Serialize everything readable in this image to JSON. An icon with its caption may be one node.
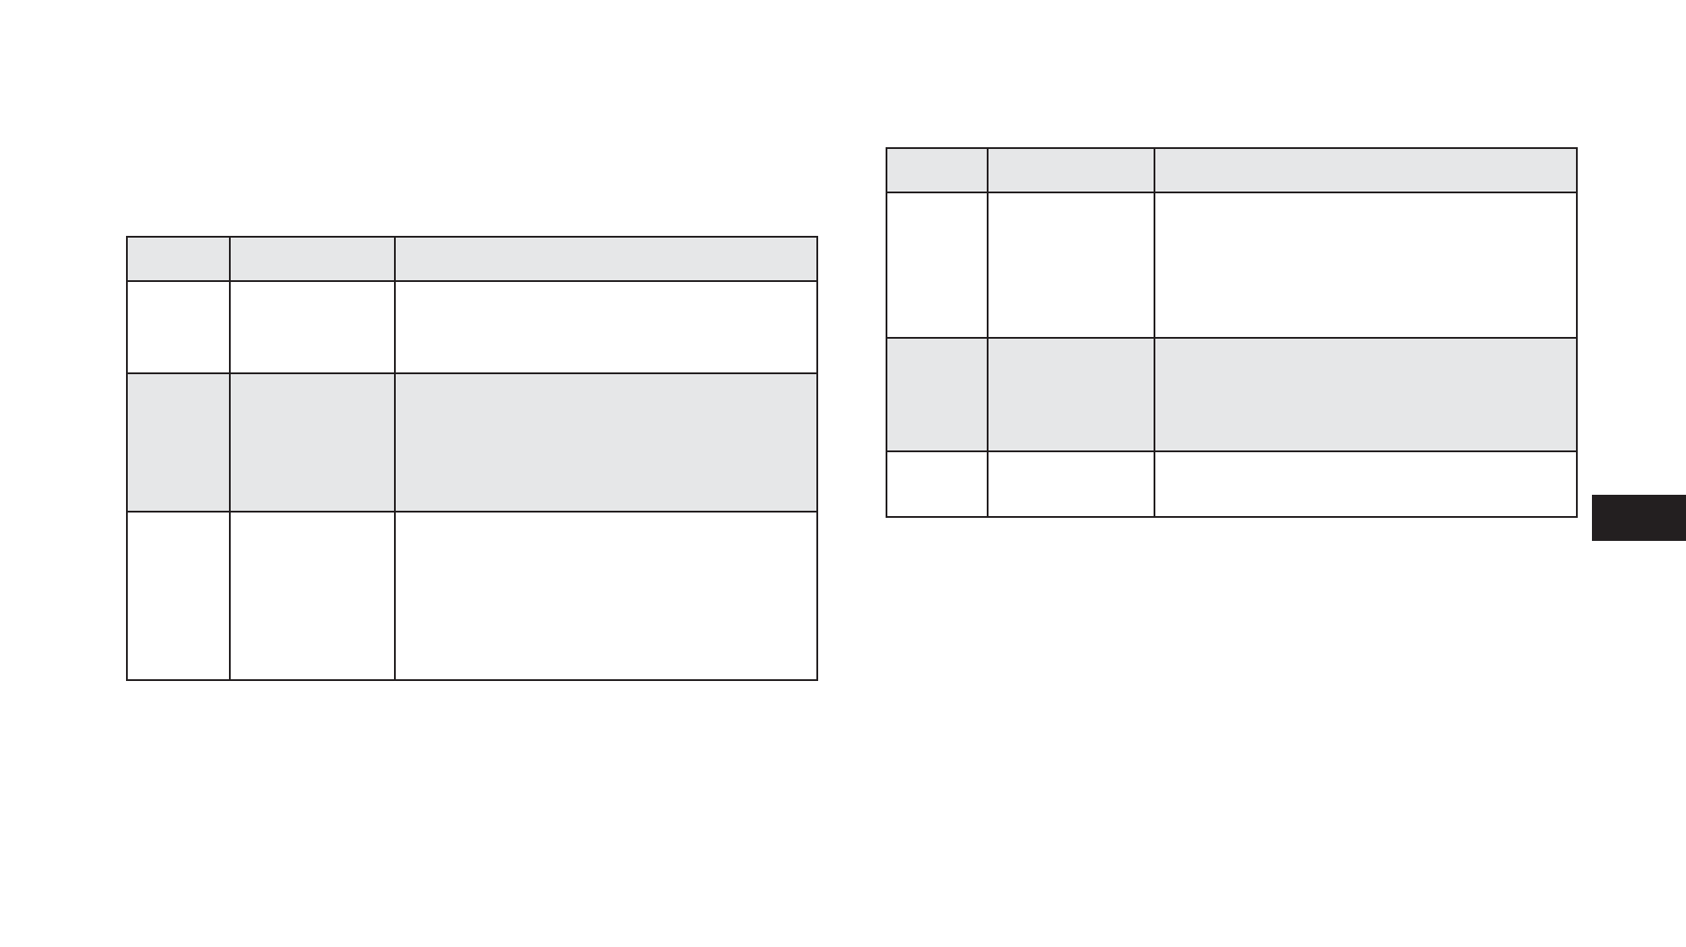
{
  "diagram": {
    "nodes": [
      {
        "text": [],
        "shape": "table"
      },
      {
        "text": [],
        "shape": "table"
      },
      {
        "text": [],
        "shape": "bar"
      }
    ]
  }
}
